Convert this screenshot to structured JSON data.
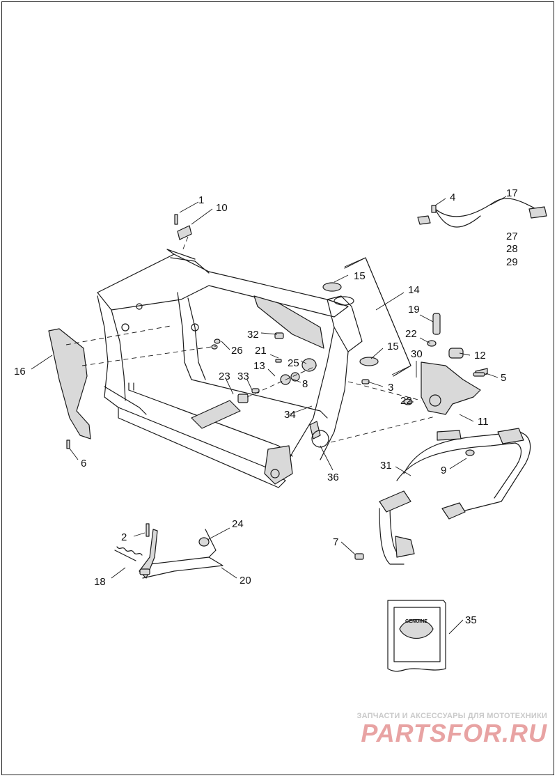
{
  "diagram": {
    "callouts": [
      "1",
      "10",
      "4",
      "17",
      "27",
      "28",
      "29",
      "15",
      "14",
      "19",
      "22",
      "12",
      "30",
      "5",
      "15",
      "3",
      "22",
      "32",
      "26",
      "21",
      "25",
      "13",
      "8",
      "23",
      "33",
      "34",
      "16",
      "11",
      "36",
      "31",
      "9",
      "6",
      "24",
      "2",
      "18",
      "20",
      "7",
      "35"
    ],
    "box_badge_text": "GENUINE"
  },
  "watermark": {
    "tagline": "ЗАПЧАСТИ И АКСЕССУАРЫ ДЛЯ МОТОТЕХНИКИ",
    "brand": "PARTSFOR.RU",
    "color": "#e8a3a3"
  }
}
